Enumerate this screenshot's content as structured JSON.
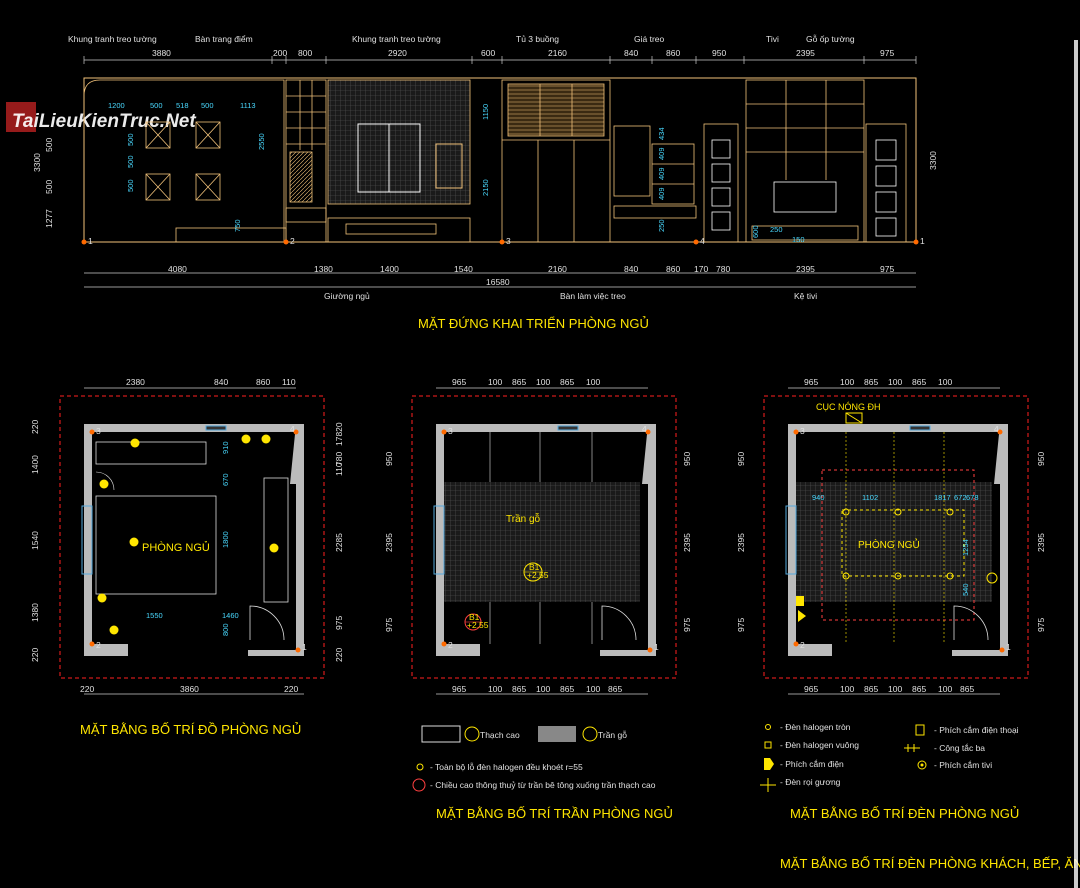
{
  "watermark": "TaiLieuKienTruc.Net",
  "elevation": {
    "title": "MẶT ĐỨNG KHAI TRIỂN PHÒNG NGỦ",
    "top_labels": [
      "Khung tranh treo tường",
      "Bàn trang điểm",
      "Khung tranh treo tường",
      "Tủ 3 buồng",
      "Giá treo",
      "Tivi",
      "Gỗ ốp tường"
    ],
    "bottom_labels": [
      "Giường ngủ",
      "Bàn làm việc treo",
      "Kệ tivi"
    ],
    "top_dims": [
      "3880",
      "200",
      "800",
      "2920",
      "600",
      "2160",
      "840",
      "860",
      "950",
      "2395",
      "975"
    ],
    "bottom_dims": [
      "4080",
      "1380",
      "1400",
      "1540",
      "2160",
      "840",
      "860",
      "170",
      "780",
      "2395",
      "975"
    ],
    "total_dim": "16580",
    "left_dims": [
      "3300",
      "500",
      "500",
      "1277"
    ],
    "right_dim": "3300",
    "inner_dims": [
      "1200",
      "500",
      "518",
      "500",
      "1113",
      "500",
      "500",
      "500",
      "2550",
      "1150",
      "2150",
      "434",
      "409",
      "409",
      "409",
      "250",
      "750",
      "600",
      "250",
      "150"
    ],
    "markers": [
      "1",
      "2",
      "3",
      "4",
      "1"
    ]
  },
  "plan_furniture": {
    "title": "MẶT BẰNG BỐ TRÍ ĐỒ PHÒNG NGỦ",
    "room_label": "PHÒNG NGỦ",
    "top_dims": [
      "2380",
      "840",
      "860",
      "110"
    ],
    "bottom_dims": [
      "220",
      "3860",
      "220"
    ],
    "left_dims": [
      "220",
      "1400",
      "1540",
      "1380",
      "220"
    ],
    "right_dims": [
      "17820",
      "110",
      "780",
      "2285",
      "975",
      "220"
    ],
    "inner_dims": [
      "910",
      "670",
      "1800",
      "1550",
      "1460",
      "800"
    ],
    "markers": [
      "3",
      "4",
      "2",
      "1"
    ]
  },
  "plan_ceiling": {
    "title": "MẶT BẰNG BỐ TRÍ TRẦN PHÒNG NGỦ",
    "room_label": "Trần gỗ",
    "tag_top": "B1",
    "tag_bottom": "+2.55",
    "tag_bottom_2": "+2.55",
    "top_dims": [
      "965",
      "100",
      "865",
      "100",
      "865",
      "100"
    ],
    "bottom_dims": [
      "965",
      "100",
      "865",
      "100",
      "865",
      "100",
      "865"
    ],
    "left_dims": [
      "950",
      "2395",
      "975"
    ],
    "right_dims": [
      "950",
      "2395",
      "975"
    ],
    "markers": [
      "3",
      "4",
      "2",
      "1"
    ],
    "legend": {
      "gypsum": "Thạch cao",
      "wood": "Trần gỗ",
      "note1": "- Toàn bộ lỗ đèn halogen đều khoét r=55",
      "note2": "- Chiều cao thông thuỷ từ trần bê tông xuống trần thạch cao"
    }
  },
  "plan_lighting": {
    "title": "MẶT BẰNG BỐ TRÍ ĐÈN PHÒNG NGỦ",
    "room_label": "PHÒNG NGỦ",
    "ac_label": "CỤC NÓNG ĐH",
    "top_dims": [
      "965",
      "100",
      "865",
      "100",
      "865",
      "100"
    ],
    "bottom_dims": [
      "965",
      "100",
      "865",
      "100",
      "865",
      "100",
      "865"
    ],
    "left_dims": [
      "950",
      "2395",
      "975"
    ],
    "right_dims": [
      "950",
      "2395",
      "975"
    ],
    "inner_dims": [
      "940",
      "1102",
      "1817",
      "672",
      "678",
      "1254",
      "540"
    ],
    "markers": [
      "3",
      "4",
      "2",
      "1"
    ],
    "legend": [
      "- Đèn halogen tròn",
      "- Đèn halogen vuông",
      "- Phích cắm điện",
      "- Đèn rọi gương",
      "- Phích cắm điện thoại",
      "- Công tắc ba",
      "- Phích cắm tivi"
    ]
  },
  "footer_title": "MẶT BẰNG BỐ TRÍ ĐÈN PHÒNG KHÁCH, BẾP, ĂN",
  "colors": {
    "background": "#000000",
    "dimension": "#49d9ff",
    "title": "#ffe600",
    "redline": "#ff2020",
    "wood": "#e8a050"
  }
}
